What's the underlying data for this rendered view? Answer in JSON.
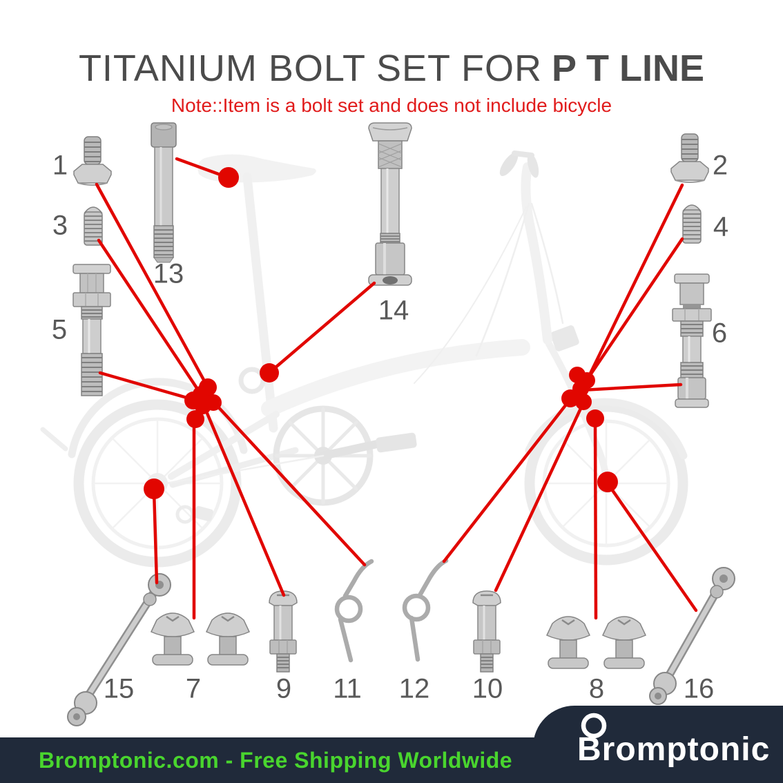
{
  "title": {
    "prefix": "TITANIUM BOLT SET FOR",
    "highlight": "P T LINE"
  },
  "note": "Note::Item is a bolt set and does not include bicycle",
  "diagram": {
    "part_labels": [
      "1",
      "2",
      "3",
      "4",
      "5",
      "6",
      "7",
      "8",
      "9",
      "10",
      "11",
      "12",
      "13",
      "14",
      "15",
      "16"
    ],
    "callout_color": "#e10600"
  },
  "footer": {
    "bar_text": "Bromptonic.com - Free Shipping Worldwide",
    "logo_text": "Bromptonic"
  },
  "colors": {
    "title_gray": "#4b4b4b",
    "note_red": "#e11b1b",
    "callout_red": "#e10600",
    "footer_bg": "#202a3a",
    "footer_green": "#49d52e",
    "metal_gray": "#c9c9c9"
  }
}
